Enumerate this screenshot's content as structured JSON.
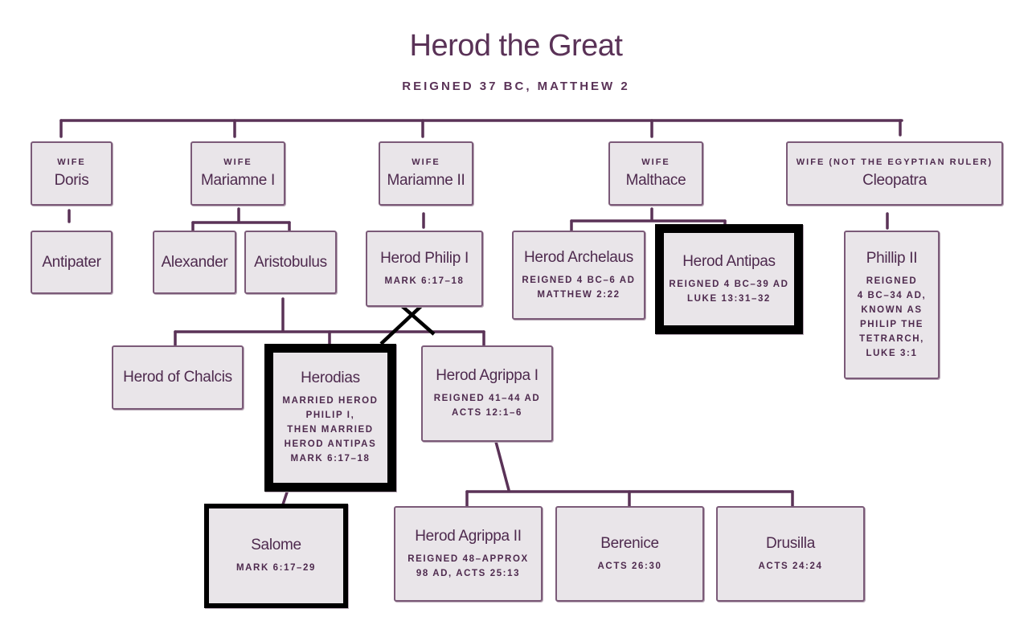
{
  "title": "Herod the Great",
  "subtitle": "REIGNED 37 BC, MATTHEW 2",
  "nodes": {
    "doris": {
      "role": "WIFE",
      "name": "Doris"
    },
    "mariamne1": {
      "role": "WIFE",
      "name": "Mariamne I"
    },
    "mariamne2": {
      "role": "WIFE",
      "name": "Mariamne II"
    },
    "malthace": {
      "role": "WIFE",
      "name": "Malthace"
    },
    "cleopatra": {
      "role": "WIFE (NOT THE EGYPTIAN RULER)",
      "name": "Cleopatra"
    },
    "antipater": {
      "name": "Antipater"
    },
    "alexander": {
      "name": "Alexander"
    },
    "aristobulus": {
      "name": "Aristobulus"
    },
    "philip1": {
      "name": "Herod Philip I",
      "note": "MARK 6:17–18"
    },
    "archelaus": {
      "name": "Herod Archelaus",
      "note_lines": [
        "REIGNED 4 BC–6 AD",
        "MATTHEW 2:22"
      ]
    },
    "antipas": {
      "name": "Herod Antipas",
      "note_lines": [
        "REIGNED 4 BC–39 AD",
        "LUKE 13:31–32"
      ]
    },
    "phillip2": {
      "name": "Phillip II",
      "note_lines": [
        "REIGNED",
        "4 BC–34 AD,",
        "KNOWN AS",
        "PHILIP THE",
        "TETRARCH,",
        "LUKE 3:1"
      ]
    },
    "chalcis": {
      "name": "Herod of Chalcis"
    },
    "herodias": {
      "name": "Herodias",
      "note_lines": [
        "MARRIED HEROD",
        "PHILIP I,",
        "THEN MARRIED",
        "HEROD ANTIPAS",
        "MARK 6:17–18"
      ]
    },
    "agrippa1": {
      "name": "Herod Agrippa I",
      "note_lines": [
        "REIGNED 41–44 AD",
        "ACTS 12:1–6"
      ]
    },
    "salome": {
      "name": "Salome",
      "note": "MARK 6:17–29"
    },
    "agrippa2": {
      "name": "Herod Agrippa II",
      "note_lines": [
        "REIGNED 48–APPROX",
        "98 AD, ACTS 25:13"
      ]
    },
    "berenice": {
      "name": "Berenice",
      "note": "ACTS 26:30"
    },
    "drusilla": {
      "name": "Drusilla",
      "note": "ACTS 24:24"
    }
  },
  "colors": {
    "line": "#5a3257",
    "box_fill": "#e9e5e9",
    "box_border": "#7b5a78",
    "highlight": "#000000"
  }
}
